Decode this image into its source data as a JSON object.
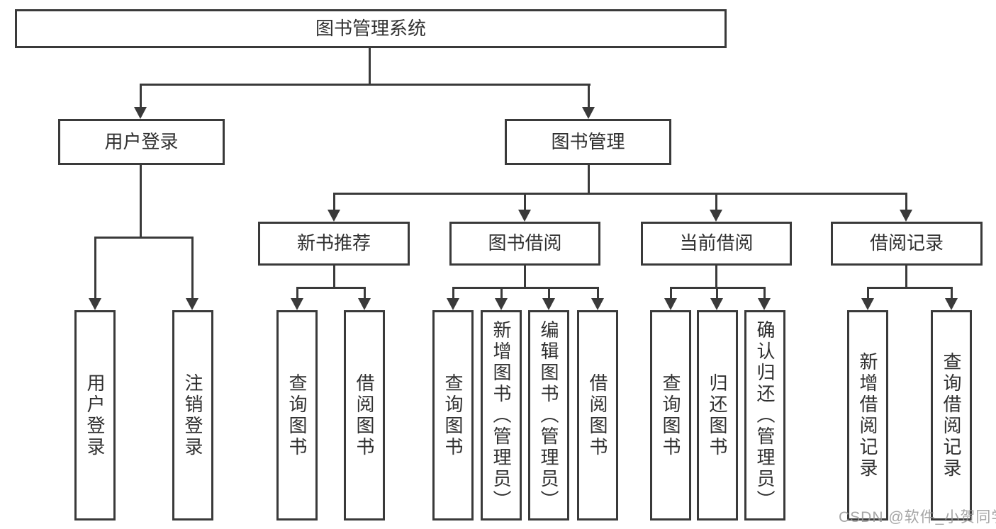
{
  "diagram": {
    "title": "图书管理系统",
    "nodes": {
      "user_login": "用户登录",
      "book_mgmt": "图书管理",
      "new_books": "新书推荐",
      "book_borrow": "图书借阅",
      "current_borrow": "当前借阅",
      "borrow_records": "借阅记录"
    },
    "leaves": {
      "user_login": [
        "用户登录",
        "注销登录"
      ],
      "new_books": [
        "查询图书",
        "借阅图书"
      ],
      "book_borrow": [
        "查询图书",
        "新增图书（管理员）",
        "编辑图书（管理员）",
        "借阅图书"
      ],
      "current_borrow": [
        "查询图书",
        "归还图书",
        "确认归还（管理员）"
      ],
      "borrow_records": [
        "新增借阅记录",
        "查询借阅记录"
      ]
    }
  },
  "watermark": "CSDN @软件_小贺同学",
  "colors": {
    "line": "#3a3a3a",
    "text": "#303030",
    "watermark": "#969696",
    "background": "#ffffff"
  }
}
